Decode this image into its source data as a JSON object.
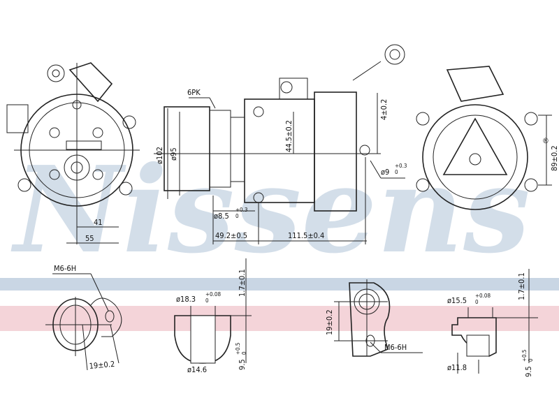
{
  "watermark": {
    "brand": "Nissens",
    "registered": "®",
    "color": "#c9d6e4",
    "band_blue": "#c9d6e4",
    "band_pink": "#f1c9cf"
  },
  "front_view": {
    "dim_41": "41",
    "dim_55": "55"
  },
  "side_view": {
    "belt": "6PK",
    "d102": "ø102",
    "d95": "ø95",
    "h44": "44.5±0.2",
    "h4": "4±0.2",
    "hole_d9": "ø9",
    "hole_d9_tol_up": "+0.3",
    "hole_d9_tol_low": "0",
    "hole_d85": "ø8.5",
    "hole_d85_tol_up": "+0.3",
    "hole_d85_tol_low": "0",
    "len_49": "49.2±0.5",
    "len_111": "111.5±0.4"
  },
  "rear_view": {
    "h89": "89±0.2"
  },
  "port1": {
    "thread": "M6-6H",
    "pitch": "19±0.2"
  },
  "port1_section": {
    "d18": "ø18.3",
    "tol_up": "+0.08",
    "tol_low": "0",
    "depth_top": "1.7±0.1",
    "depth": "9.5",
    "depth_tol_up": "+0.5",
    "depth_tol_low": "0",
    "d14": "ø14.6"
  },
  "port2": {
    "thread": "M6-6H",
    "pitch": "19±0.2"
  },
  "port2_section": {
    "d15": "ø15.5",
    "tol_up": "+0.08",
    "tol_low": "0",
    "depth_top": "1.7±0.1",
    "depth": "9.5",
    "depth_tol_up": "+0.5",
    "depth_tol_low": "0",
    "d11": "ø11.8"
  }
}
